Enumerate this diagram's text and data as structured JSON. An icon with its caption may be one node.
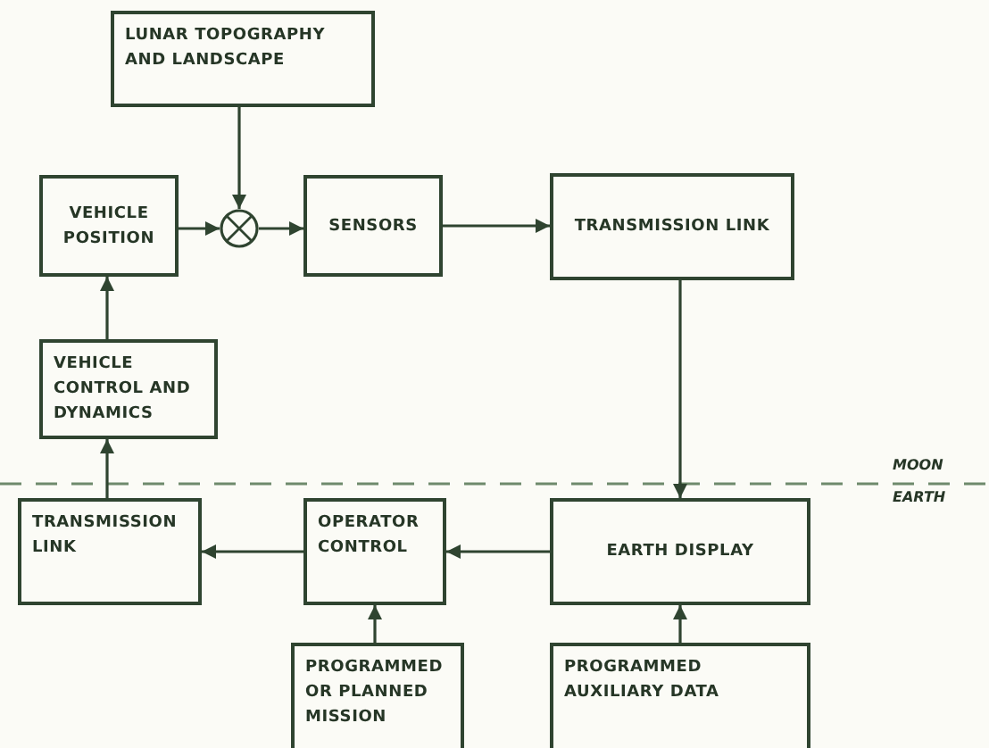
{
  "diagram": {
    "nodes": [
      {
        "text": [
          "LUNAR TOPOGRAPHY AND LANDSCAPE"
        ]
      },
      {
        "text": [
          "VEHICLE POSITION"
        ]
      },
      {
        "text": [],
        "shape": "circle"
      },
      {
        "text": [
          "SENSORS"
        ]
      },
      {
        "text": [
          "TRANSMISSION LINK"
        ]
      },
      {
        "text": [
          "VEHICLE CONTROL AND DYNAMICS"
        ]
      },
      {
        "text": [
          "TRANSMISSION LINK"
        ]
      },
      {
        "text": [
          "OPERATOR CONTROL"
        ]
      },
      {
        "text": [
          "EARTH DISPLAY"
        ]
      },
      {
        "text": [
          "PROGRAMMED OR PLANNED MISSION"
        ]
      },
      {
        "text": [
          "PROGRAMMED AUXILIARY DATA"
        ]
      }
    ],
    "edges": [
      {
        "from": 0,
        "to": 2,
        "arrow": "to"
      },
      {
        "from": 1,
        "to": 2,
        "arrow": "to"
      },
      {
        "from": 2,
        "to": 3,
        "arrow": "to"
      },
      {
        "from": 3,
        "to": 4,
        "arrow": "to"
      },
      {
        "from": 4,
        "to": 8,
        "arrow": "to"
      },
      {
        "from": 8,
        "to": 7,
        "arrow": "to"
      },
      {
        "from": 7,
        "to": 6,
        "arrow": "to"
      },
      {
        "from": 6,
        "to": 5,
        "arrow": "to"
      },
      {
        "from": 5,
        "to": 1,
        "arrow": "to"
      },
      {
        "from": 9,
        "to": 7,
        "arrow": "to"
      },
      {
        "from": 10,
        "to": 8,
        "arrow": "to"
      }
    ],
    "labels": [
      "MOON",
      "EARTH"
    ]
  }
}
